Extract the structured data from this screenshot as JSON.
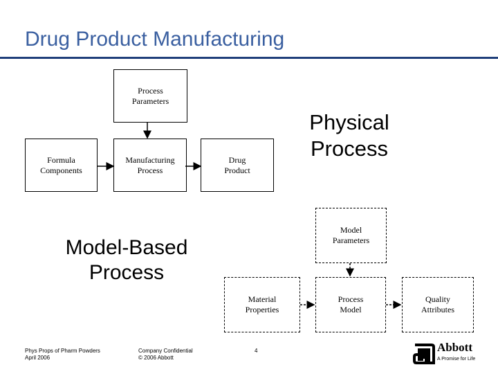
{
  "header": {
    "title": "Drug Product Manufacturing"
  },
  "diagram": {
    "process_parameters": [
      "Process",
      "Parameters"
    ],
    "formula_components": [
      "Formula",
      "Components"
    ],
    "manufacturing_process": [
      "Manufacturing",
      "Process"
    ],
    "drug_product": [
      "Drug",
      "Product"
    ],
    "physical_process": [
      "Physical",
      "Process"
    ],
    "model_parameters": [
      "Model",
      "Parameters"
    ],
    "model_based_process": [
      "Model-Based",
      "Process"
    ],
    "material_properties": [
      "Material",
      "Properties"
    ],
    "process_model": [
      "Process",
      "Model"
    ],
    "quality_attributes": [
      "Quality",
      "Attributes"
    ]
  },
  "footer": {
    "left_line1": "Phys Props of Pharm Powders",
    "left_line2": "April 2006",
    "center_line1": "Company Confidential",
    "center_line2": "© 2006 Abbott",
    "page_number": "4",
    "logo_name": "Abbott",
    "logo_tagline": "A Promise for Life"
  },
  "colors": {
    "title": "#3a5fa0",
    "rule": "#1f3f7a"
  }
}
